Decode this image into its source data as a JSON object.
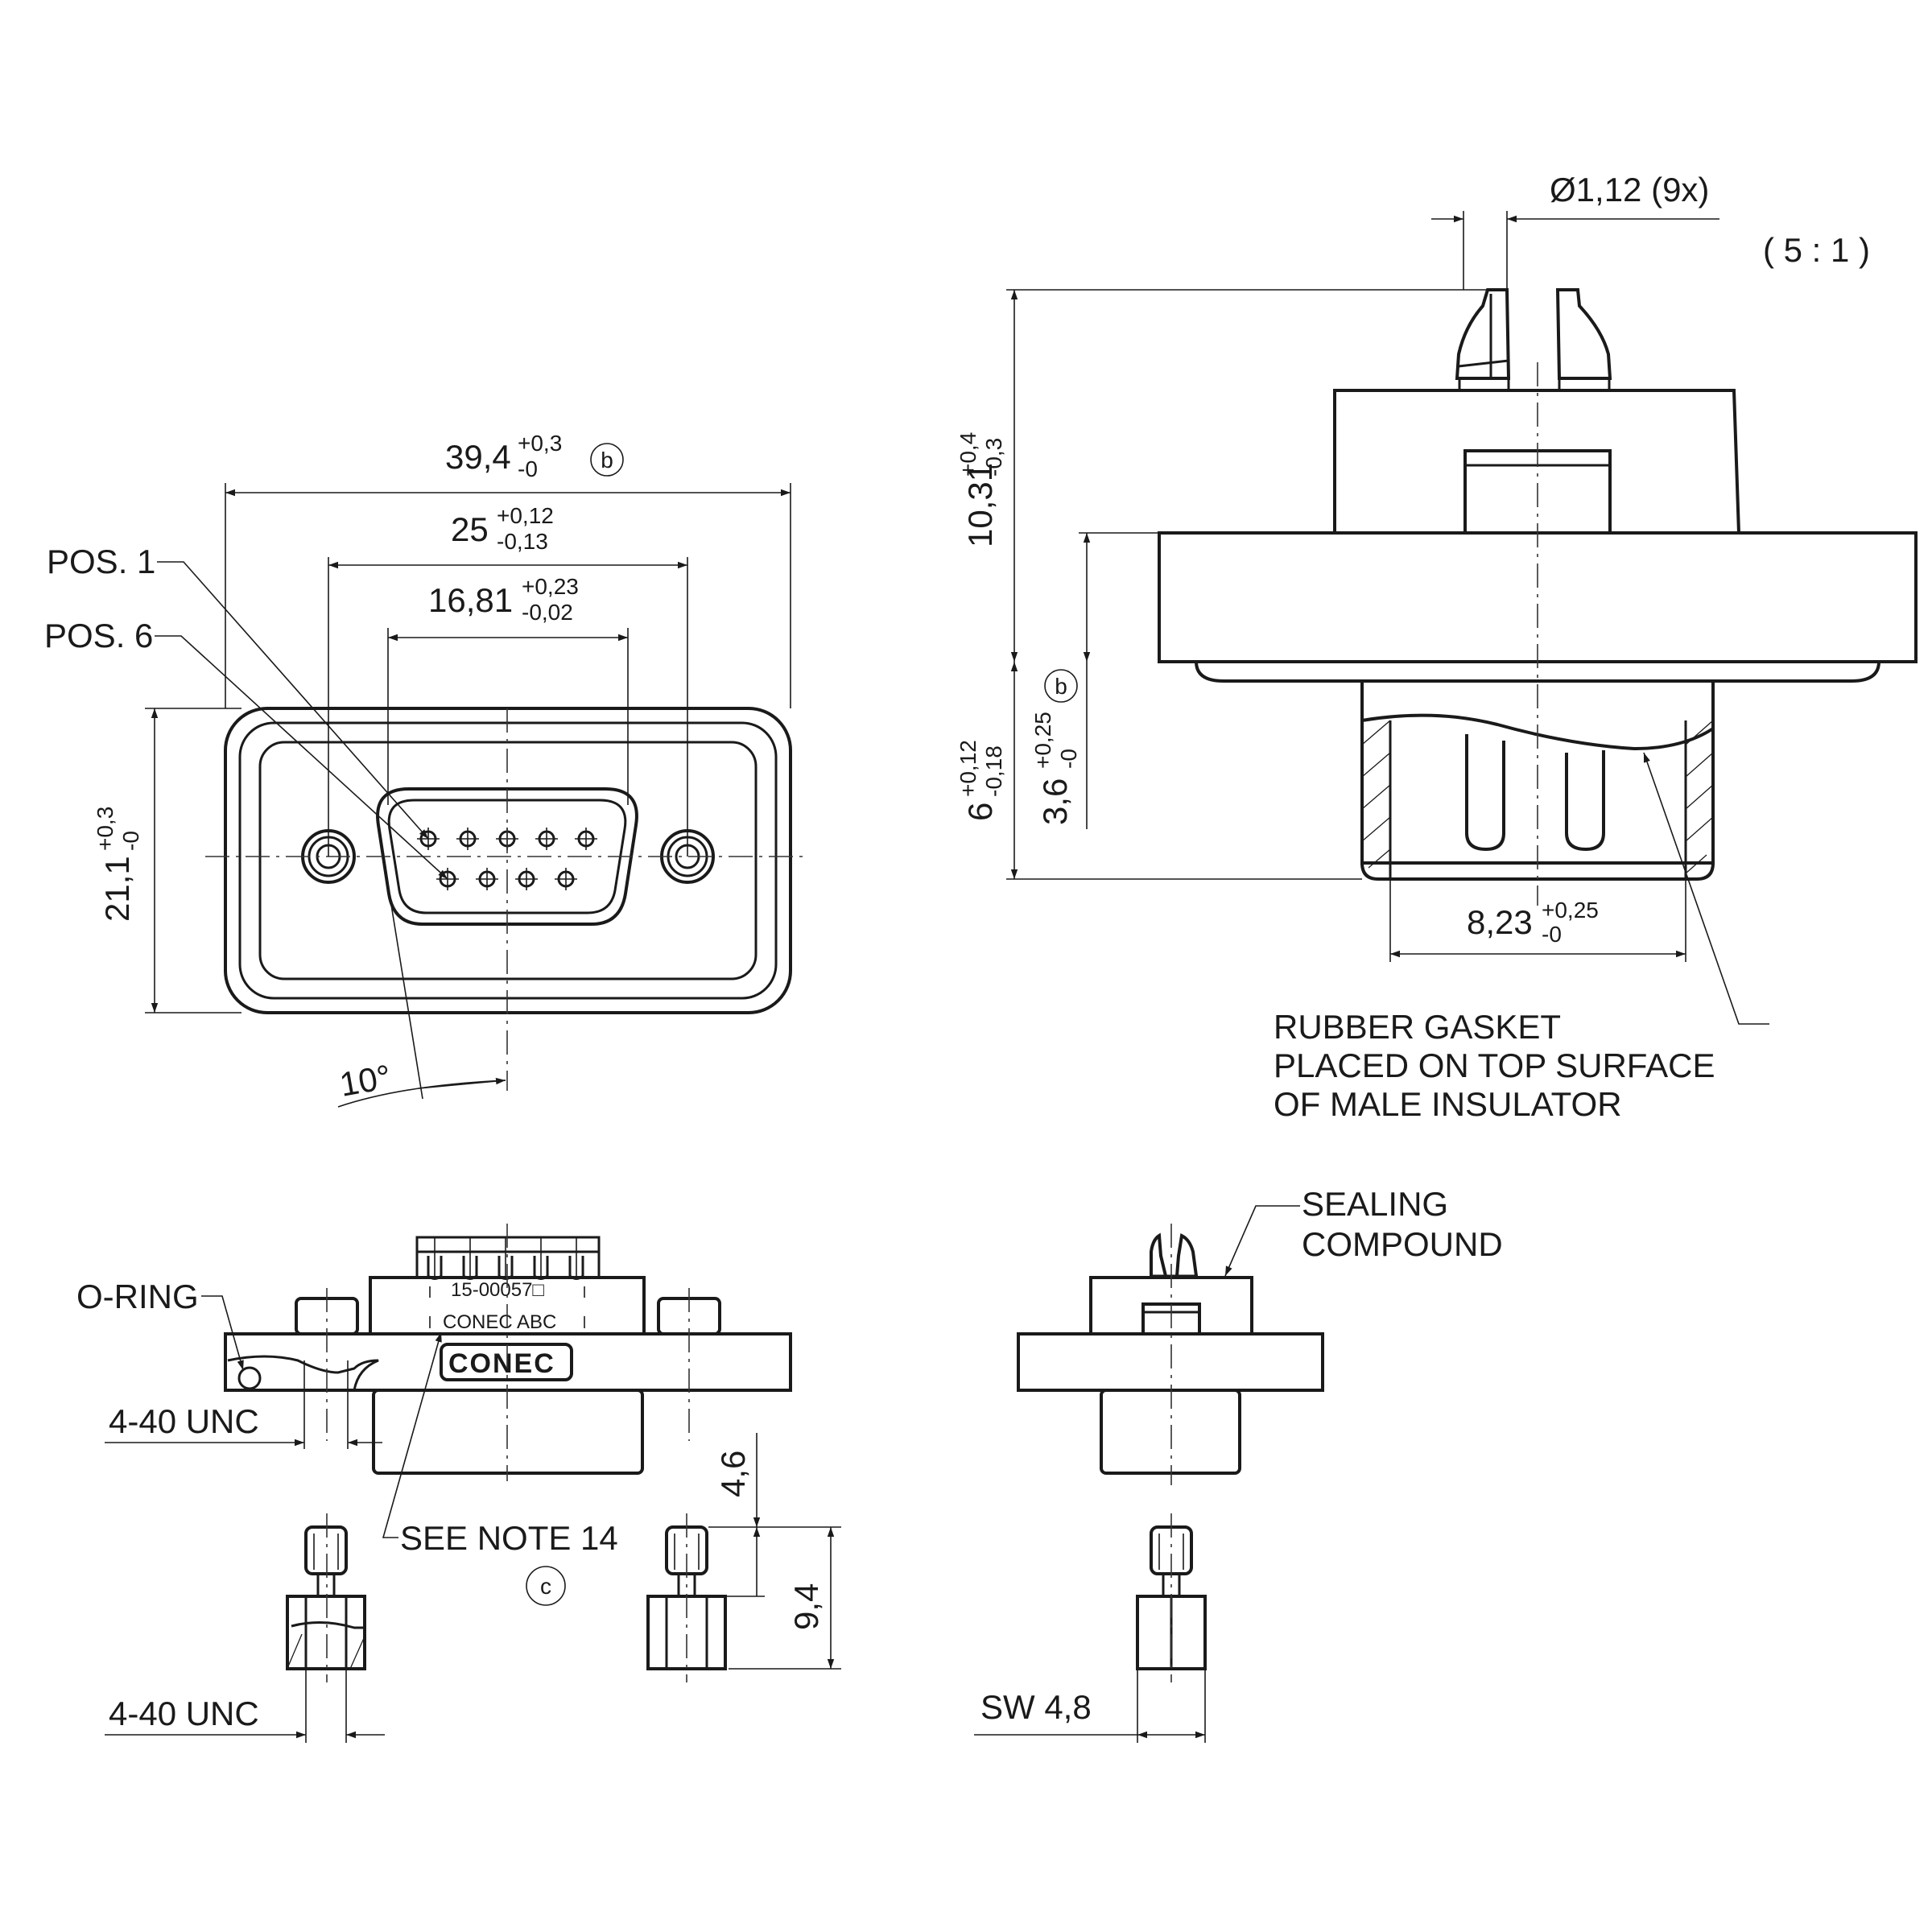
{
  "scale": "( 5 : 1 )",
  "front_view": {
    "width_total": "39,4",
    "width_total_tol_upper": "+0,3",
    "width_total_tol_lower": "-0",
    "width_total_ref": "b",
    "hole_spacing": "25",
    "hole_spacing_tol_upper": "+0,12",
    "hole_spacing_tol_lower": "-0,13",
    "shell_width": "16,81",
    "shell_width_tol_upper": "+0,23",
    "shell_width_tol_lower": "-0,02",
    "height": "21,1",
    "height_tol_upper": "+0,3",
    "height_tol_lower": "-0",
    "angle": "10°",
    "pos1_label": "POS. 1",
    "pos6_label": "POS. 6"
  },
  "section_view": {
    "pin_diameter": "Ø1,12 (9x)",
    "overall_height": "10,31",
    "overall_height_tol_upper": "+0,4",
    "overall_height_tol_lower": "-0,3",
    "flange_height": "6",
    "flange_height_tol_upper": "+0,12",
    "flange_height_tol_lower": "-0,18",
    "socket_depth": "3,6",
    "socket_depth_tol_upper": "+0,25",
    "socket_depth_tol_lower": "-0",
    "socket_depth_ref": "b",
    "socket_width": "8,23",
    "socket_width_tol_upper": "+0,25",
    "socket_width_tol_lower": "-0",
    "gasket_note": [
      "RUBBER GASKET",
      "PLACED ON TOP SURFACE",
      "OF MALE INSULATOR"
    ]
  },
  "side_view": {
    "oring_label": "O-RING",
    "thread_label": "4-40 UNC",
    "marking_code": "15-00057□",
    "marking_brand": "CONEC ABC",
    "logo_text": "CONEC",
    "see_note": "SEE NOTE 14",
    "note_ref": "c",
    "bolt_thread_label": "4-40 UNC",
    "bolt_dim_short": "4,6",
    "bolt_dim_long": "9,4"
  },
  "end_view": {
    "sealing_label": [
      "SEALING",
      "COMPOUND"
    ],
    "wrench_size": "SW 4,8"
  }
}
